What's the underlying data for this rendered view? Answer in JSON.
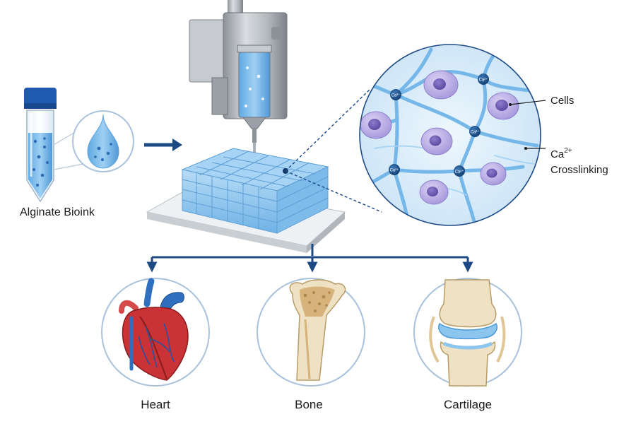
{
  "labels": {
    "bioink": "Alginate Bioink",
    "cells": "Cells",
    "crosslink_ion": "Ca",
    "crosslink_charge": "2+",
    "crosslink_word": "Crosslinking",
    "node_label": "Ca²⁺"
  },
  "organs": [
    {
      "name": "Heart"
    },
    {
      "name": "Bone"
    },
    {
      "name": "Cartilage"
    }
  ],
  "colors": {
    "arrow": "#1d4a85",
    "gel": "#8cc6ef",
    "gel_dark": "#4d99d6",
    "cell": "#9c8fd6",
    "nucleus": "#6a56b0",
    "ring": "#a9c2dc"
  }
}
